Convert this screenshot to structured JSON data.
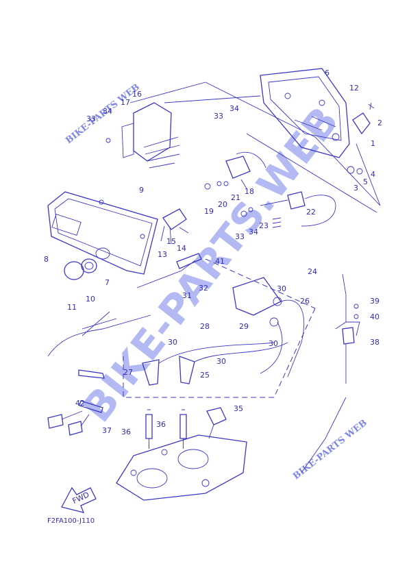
{
  "diagram_code": "F2FA100-J110",
  "fwd_label": "FWD",
  "watermarks": {
    "large": "BIKE-PARTS.WEB",
    "small": "BIKE-PARTS WEB"
  },
  "callouts": [
    "1",
    "2",
    "3",
    "4",
    "5",
    "6",
    "7",
    "8",
    "9",
    "10",
    "11",
    "12",
    "13",
    "14",
    "15",
    "16",
    "17",
    "18",
    "19",
    "20",
    "21",
    "22",
    "23",
    "24",
    "25",
    "26",
    "27",
    "28",
    "29",
    "30",
    "31",
    "32",
    "33",
    "34",
    "35",
    "36",
    "37",
    "38",
    "39",
    "40",
    "41",
    "42"
  ],
  "colors": {
    "line": "#3a36c8",
    "watermark": "#9aa3f0",
    "background": "#ffffff"
  }
}
